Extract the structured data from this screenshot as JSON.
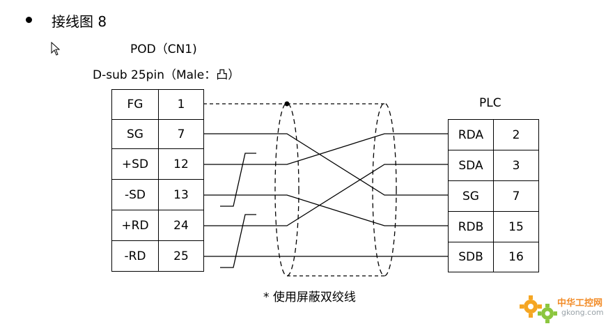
{
  "heading": "接线图 8",
  "pod_label": "POD（CN1)",
  "connector_label": "D-sub 25pin（Male：凸）",
  "plc_label": "PLC",
  "note": "*  使用屏蔽双绞线",
  "left_pins": [
    {
      "signal": "FG",
      "pin": "1"
    },
    {
      "signal": "SG",
      "pin": "7"
    },
    {
      "signal": "+SD",
      "pin": "12"
    },
    {
      "signal": "-SD",
      "pin": "13"
    },
    {
      "signal": "+RD",
      "pin": "24"
    },
    {
      "signal": "-RD",
      "pin": "25"
    }
  ],
  "right_pins": [
    {
      "signal": "RDA",
      "pin": "2"
    },
    {
      "signal": "SDA",
      "pin": "3"
    },
    {
      "signal": "SG",
      "pin": "7"
    },
    {
      "signal": "RDB",
      "pin": "15"
    },
    {
      "signal": "SDB",
      "pin": "16"
    }
  ],
  "watermark": {
    "title": "中华工控网",
    "url": "gkong.com"
  }
}
